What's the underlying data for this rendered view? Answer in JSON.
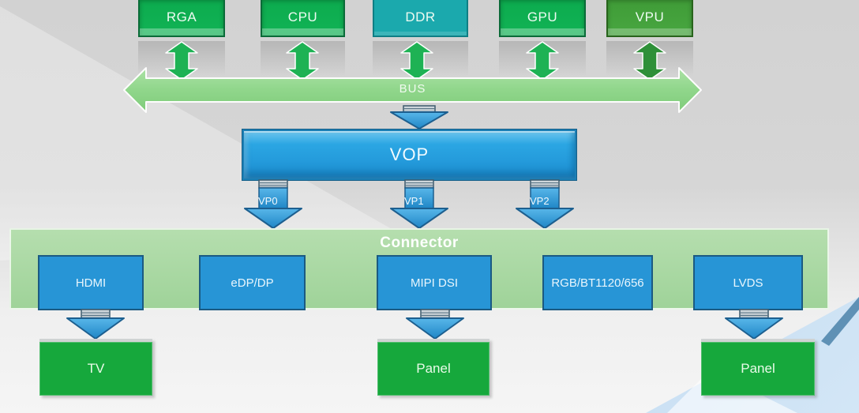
{
  "modules": {
    "items": [
      {
        "label": "RGA",
        "color": "#10b155"
      },
      {
        "label": "CPU",
        "color": "#10b155"
      },
      {
        "label": "DDR",
        "color": "#1ba9ad"
      },
      {
        "label": "GPU",
        "color": "#10b155"
      },
      {
        "label": "VPU",
        "color": "#44a23c"
      }
    ]
  },
  "bus": {
    "label": "BUS",
    "fill": "#93d78e"
  },
  "vop": {
    "label": "VOP",
    "fill": "#2aa4e0"
  },
  "video_ports": {
    "items": [
      {
        "label": "VP0"
      },
      {
        "label": "VP1"
      },
      {
        "label": "VP2"
      }
    ]
  },
  "connector": {
    "label": "Connector",
    "fill": "#a9d8a2",
    "interfaces": [
      {
        "label": "HDMI"
      },
      {
        "label": "eDP/DP"
      },
      {
        "label": "MIPI DSI"
      },
      {
        "label": "RGB/BT1120/656"
      },
      {
        "label": "LVDS"
      }
    ]
  },
  "displays": {
    "items": [
      {
        "label": "TV"
      },
      {
        "label": "Panel"
      },
      {
        "label": "Panel"
      }
    ]
  },
  "colors": {
    "arrow_green": "#1eb254",
    "arrow_green_dark": "#2e9038",
    "arrow_blue": "#2f9ade",
    "output_green": "#16a83c",
    "corner_blue": "#aecce9"
  }
}
